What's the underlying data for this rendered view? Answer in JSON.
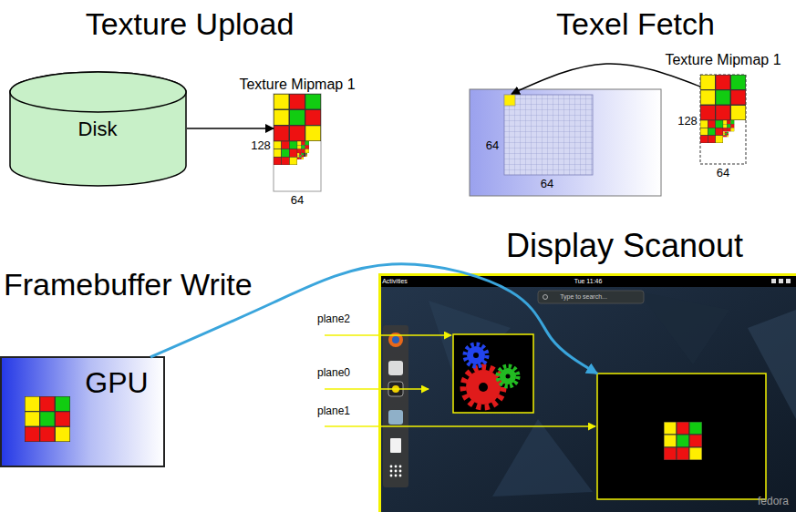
{
  "diagram": {
    "nodes": [
      {
        "text": [
          "Disk"
        ]
      },
      {
        "text": [
          "Texture Mipmap 1"
        ]
      },
      {
        "text": [
          "64",
          "64"
        ]
      },
      {
        "text": [
          "Texture Mipmap 1"
        ]
      },
      {
        "text": [
          "GPU"
        ]
      },
      {
        "text": [
          "Activities",
          "Tue 11:46",
          "Type to search...",
          "fedora"
        ]
      }
    ],
    "edges": [
      {
        "from": 0,
        "to": 1,
        "arrow": "to"
      },
      {
        "from": 3,
        "to": 2,
        "arrow": "to"
      },
      {
        "from": 4,
        "to": 5,
        "arrow": "to"
      }
    ],
    "labels": [
      "Texture Upload",
      "Texel Fetch",
      "128",
      "64",
      "128",
      "64",
      "Framebuffer Write",
      "Display Scanout",
      "plane2",
      "plane0",
      "plane1"
    ]
  }
}
